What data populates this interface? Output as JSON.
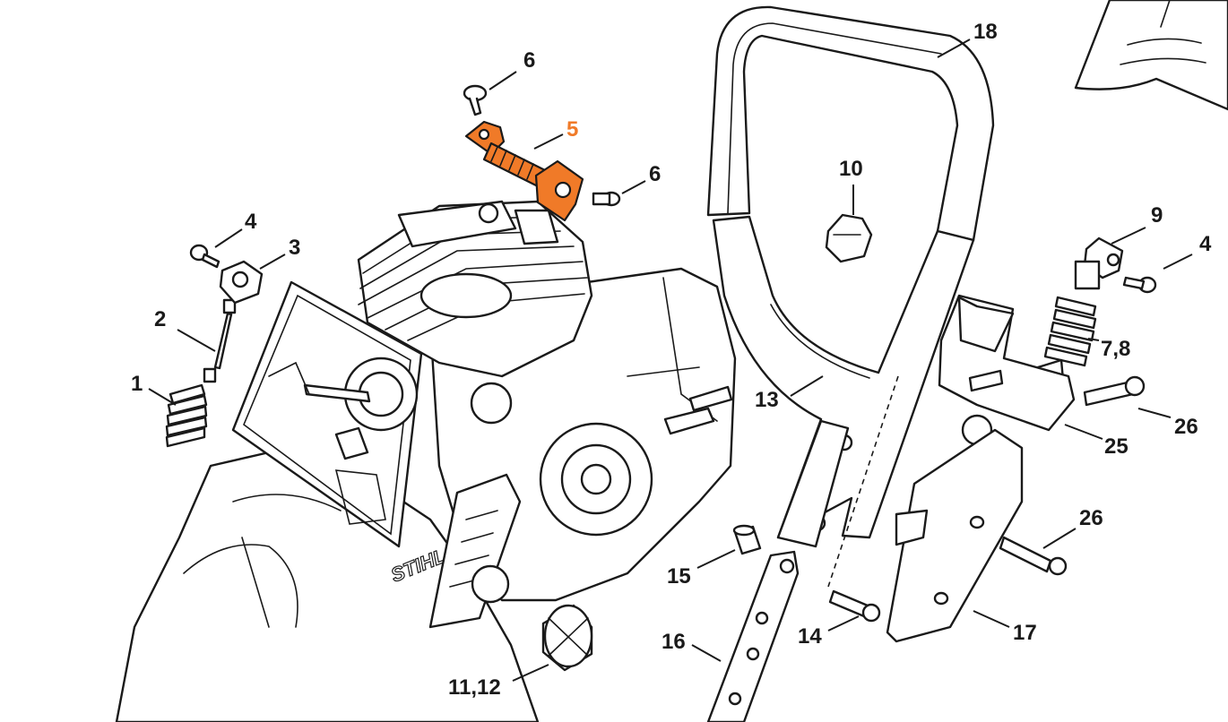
{
  "colors": {
    "line": "#1a1a1a",
    "background": "#ffffff",
    "highlight": "#f07a28",
    "label_default": "#1a1a1a"
  },
  "brand": {
    "housing_logo": "STIHL"
  },
  "highlighted_part": "5",
  "callouts": [
    {
      "id": "18",
      "text": "18"
    },
    {
      "id": "6a",
      "text": "6"
    },
    {
      "id": "5",
      "text": "5"
    },
    {
      "id": "6b",
      "text": "6"
    },
    {
      "id": "10",
      "text": "10"
    },
    {
      "id": "4a",
      "text": "4"
    },
    {
      "id": "3",
      "text": "3"
    },
    {
      "id": "9",
      "text": "9"
    },
    {
      "id": "4b",
      "text": "4"
    },
    {
      "id": "2",
      "text": "2"
    },
    {
      "id": "7-8",
      "text": "7,8"
    },
    {
      "id": "1",
      "text": "1"
    },
    {
      "id": "13",
      "text": "13"
    },
    {
      "id": "26a",
      "text": "26"
    },
    {
      "id": "25",
      "text": "25"
    },
    {
      "id": "26b",
      "text": "26"
    },
    {
      "id": "15",
      "text": "15"
    },
    {
      "id": "14",
      "text": "14"
    },
    {
      "id": "17",
      "text": "17"
    },
    {
      "id": "16",
      "text": "16"
    },
    {
      "id": "11-12",
      "text": "11,12"
    }
  ]
}
